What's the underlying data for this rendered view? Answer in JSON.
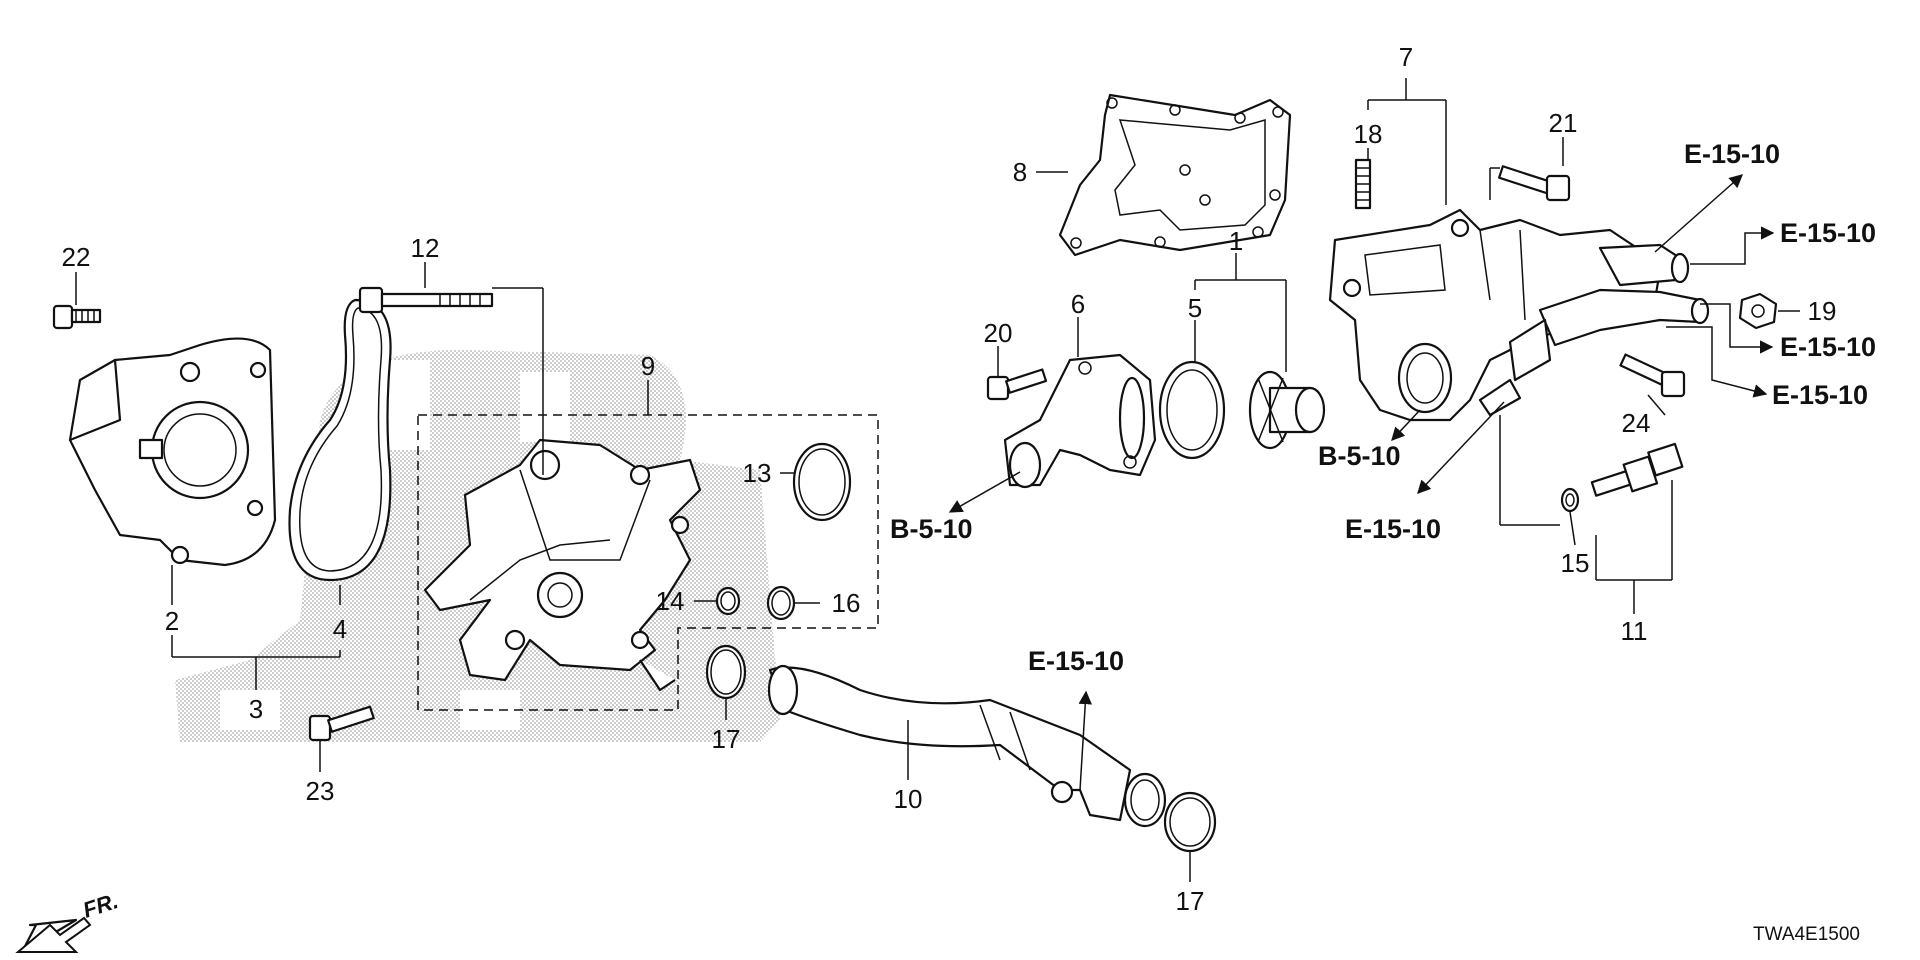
{
  "diagram": {
    "callouts": {
      "c1": "1",
      "c2": "2",
      "c3": "3",
      "c4": "4",
      "c5": "5",
      "c6": "6",
      "c7": "7",
      "c8": "8",
      "c9": "9",
      "c10": "10",
      "c11": "11",
      "c12": "12",
      "c13": "13",
      "c14": "14",
      "c15": "15",
      "c16": "16",
      "c17a": "17",
      "c17b": "17",
      "c18": "18",
      "c19": "19",
      "c20": "20",
      "c21": "21",
      "c22": "22",
      "c23": "23",
      "c24": "24"
    },
    "references": {
      "b1": "B-5-10",
      "b2": "B-5-10",
      "e1": "E-15-10",
      "e2": "E-15-10",
      "e3": "E-15-10",
      "e4": "E-15-10",
      "e5": "E-15-10",
      "e6": "E-15-10"
    },
    "front_marker": "FR.",
    "diagram_code": "TWA4E1500",
    "colors": {
      "line": "#111111",
      "background": "#ffffff",
      "shading": "#b5b5b5"
    }
  }
}
